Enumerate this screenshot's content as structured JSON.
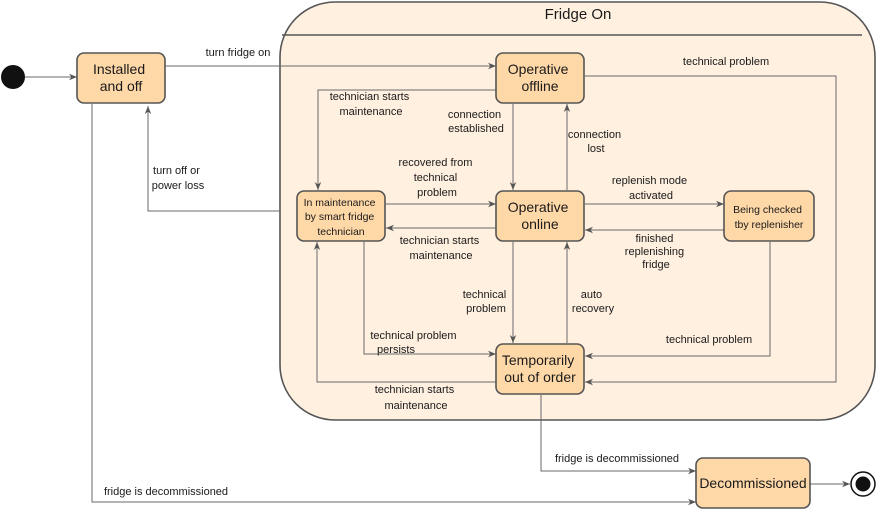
{
  "composite": {
    "title": "Fridge On"
  },
  "states": {
    "installed": [
      "Installed",
      "and off"
    ],
    "offline": [
      "Operative",
      "offline"
    ],
    "online": [
      "Operative",
      "online"
    ],
    "maintenance": [
      "In maintenance",
      "by smart fridge",
      "technician"
    ],
    "checked": [
      "Being checked",
      "tby replenisher"
    ],
    "temp": [
      "Temporarily",
      "out of order"
    ],
    "decom": [
      "Decommissioned"
    ]
  },
  "transitions": {
    "turn_on": [
      "turn fridge on"
    ],
    "tech_problem_offline": [
      "technical problem"
    ],
    "tech_starts_offline": [
      "technician starts",
      "maintenance"
    ],
    "conn_established": [
      "connection",
      "established"
    ],
    "conn_lost": [
      "connection",
      "lost"
    ],
    "turn_off": [
      "turn off or",
      "power loss"
    ],
    "recovered": [
      "recovered from",
      "technical",
      "problem"
    ],
    "replenish": [
      "replenish mode",
      "activated"
    ],
    "tech_starts_online": [
      "technician starts",
      "maintenance"
    ],
    "finished": [
      "finished",
      "replenishing",
      "fridge"
    ],
    "tech_problem_online": [
      "technical",
      "problem"
    ],
    "auto_recovery": [
      "auto",
      "recovery"
    ],
    "tech_problem_checked": [
      "technical problem"
    ],
    "tech_persists": [
      "technical problem",
      "persists"
    ],
    "tech_starts_temp": [
      "technician starts",
      "maintenance"
    ],
    "decom_temp": [
      "fridge is decommissioned"
    ],
    "decom_installed": [
      "fridge is decommissioned"
    ]
  },
  "colors": {
    "state_fill": "#ffd8a8",
    "composite_fill": "#fff0e0",
    "stroke": "#555555",
    "edge": "#6a6a6a"
  }
}
